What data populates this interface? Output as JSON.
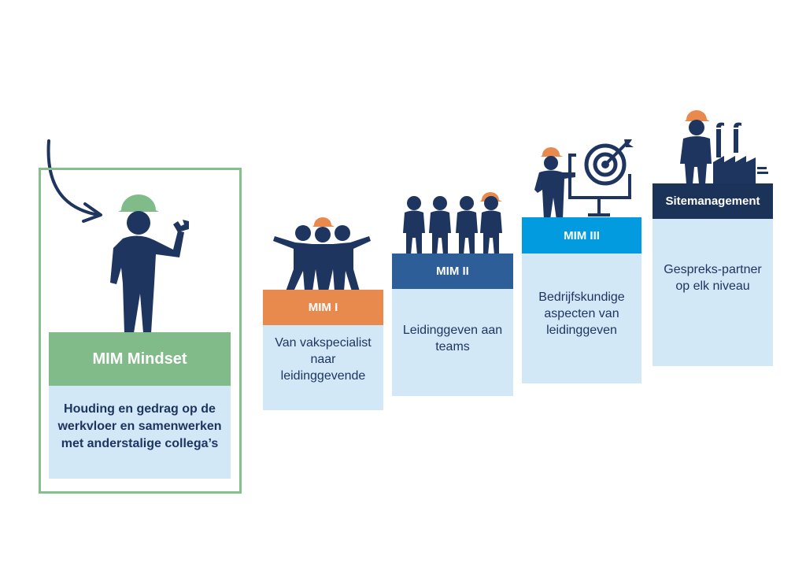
{
  "colors": {
    "navy": "#1e3560",
    "light_blue": "#d3e8f7",
    "green": "#80bb89",
    "orange": "#e8894e",
    "mid_blue": "#2e5e97",
    "bright_blue": "#039be0",
    "dark_navy": "#1c3359"
  },
  "steps": [
    {
      "title": "MIM Mindset",
      "description": "Houding en gedrag op de werkvloer en samenwerken met anderstalige collega’s"
    },
    {
      "title": "MIM I",
      "description": "Van vakspecialist naar leidinggevende"
    },
    {
      "title": "MIM II",
      "description": "Leidinggeven aan teams"
    },
    {
      "title": "MIM III",
      "description": "Bedrijfskundige aspecten van leidinggeven"
    },
    {
      "title": "Sitemanagement",
      "description": "Gespreks-partner op elk niveau"
    }
  ]
}
